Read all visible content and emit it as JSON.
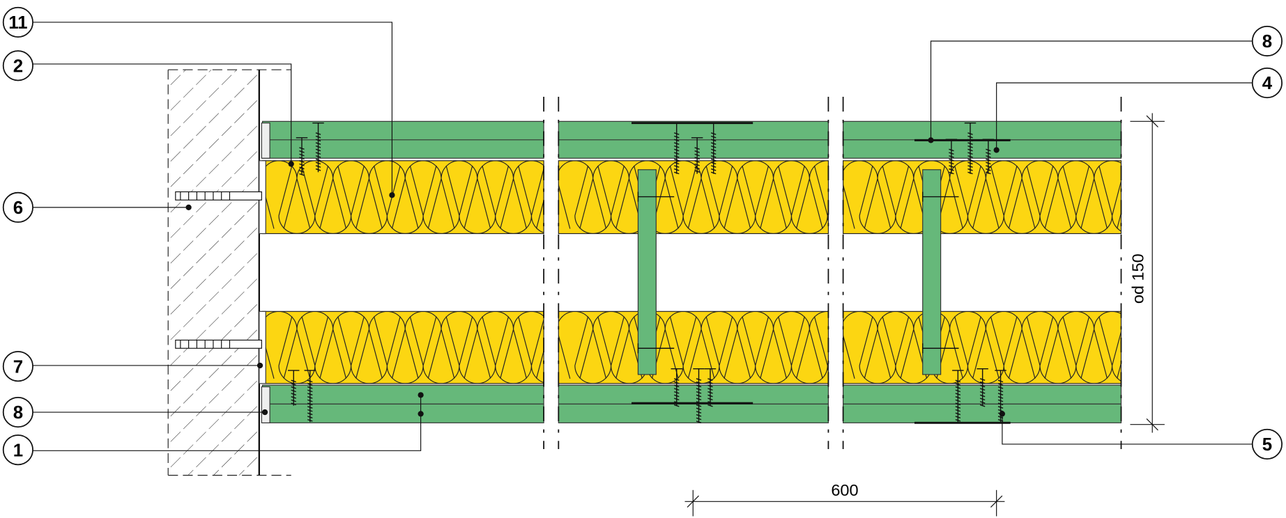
{
  "diagram": {
    "colors": {
      "board": "#66b87a",
      "insulation": "#fcd612",
      "line": "#1a1a1a"
    },
    "callouts": [
      {
        "id": "c11",
        "label": "11"
      },
      {
        "id": "c2",
        "label": "2"
      },
      {
        "id": "c6",
        "label": "6"
      },
      {
        "id": "c7",
        "label": "7"
      },
      {
        "id": "c8a",
        "label": "8"
      },
      {
        "id": "c1",
        "label": "1"
      },
      {
        "id": "c8b",
        "label": "8"
      },
      {
        "id": "c4",
        "label": "4"
      },
      {
        "id": "c5",
        "label": "5"
      }
    ],
    "dimensions": {
      "spacing": "600",
      "thickness": "od 150"
    }
  }
}
